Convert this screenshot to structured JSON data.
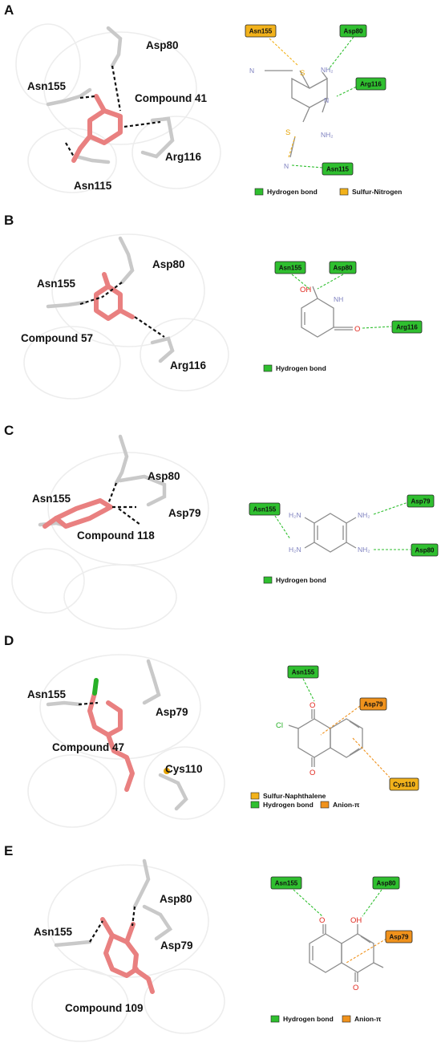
{
  "colors": {
    "hydrogen_bond": "#2fbf2f",
    "sulfur_interaction": "#f2b21b",
    "anion_pi": "#f0921c",
    "ligand_stick": "#e98080"
  },
  "panels": {
    "A": {
      "label": "A",
      "residues_3d": [
        "Asp80",
        "Asn155",
        "Compound 41",
        "Arg116",
        "Asn115"
      ],
      "tags": [
        "Asn155",
        "Asp80",
        "Arg116",
        "Asn115"
      ],
      "atoms": {
        "s1": "S",
        "s2": "S",
        "n_cn1": "N",
        "n_cn2": "N",
        "nh2a": "NH₂",
        "nh2b": "NH₂",
        "n_ring": "N"
      },
      "legend": [
        "Hydrogen bond",
        "Sulfur-Nitrogen"
      ]
    },
    "B": {
      "label": "B",
      "residues_3d": [
        "Asp80",
        "Asn155",
        "Compound 57",
        "Arg116"
      ],
      "tags": [
        "Asn155",
        "Asp80",
        "Arg116"
      ],
      "atoms": {
        "oh": "OH",
        "nh": "NH",
        "o": "O"
      },
      "legend": [
        "Hydrogen bond"
      ]
    },
    "C": {
      "label": "C",
      "residues_3d": [
        "Asp80",
        "Asn155",
        "Asp79",
        "Compound 118"
      ],
      "tags": [
        "Asn155",
        "Asp79",
        "Asp80"
      ],
      "atoms": {
        "nh2a": "H₂N",
        "nh2b": "NH₂",
        "nh2c": "H₂N",
        "nh2d": "NH₂"
      },
      "legend": [
        "Hydrogen bond"
      ]
    },
    "D": {
      "label": "D",
      "residues_3d": [
        "Asn155",
        "Asp79",
        "Compound 47",
        "Cys110"
      ],
      "tags": [
        "Asn155",
        "Asp79",
        "Cys110"
      ],
      "atoms": {
        "o1": "O",
        "o2": "O",
        "cl": "Cl"
      },
      "legend": [
        "Sulfur-Naphthalene",
        "Hydrogen bond",
        "Anion-π"
      ]
    },
    "E": {
      "label": "E",
      "residues_3d": [
        "Asp80",
        "Asn155",
        "Asp79",
        "Compound 109"
      ],
      "tags": [
        "Asn155",
        "Asp80",
        "Asp79"
      ],
      "atoms": {
        "o1": "O",
        "oh": "OH",
        "o2": "O"
      },
      "legend": [
        "Hydrogen bond",
        "Anion-π"
      ]
    }
  }
}
